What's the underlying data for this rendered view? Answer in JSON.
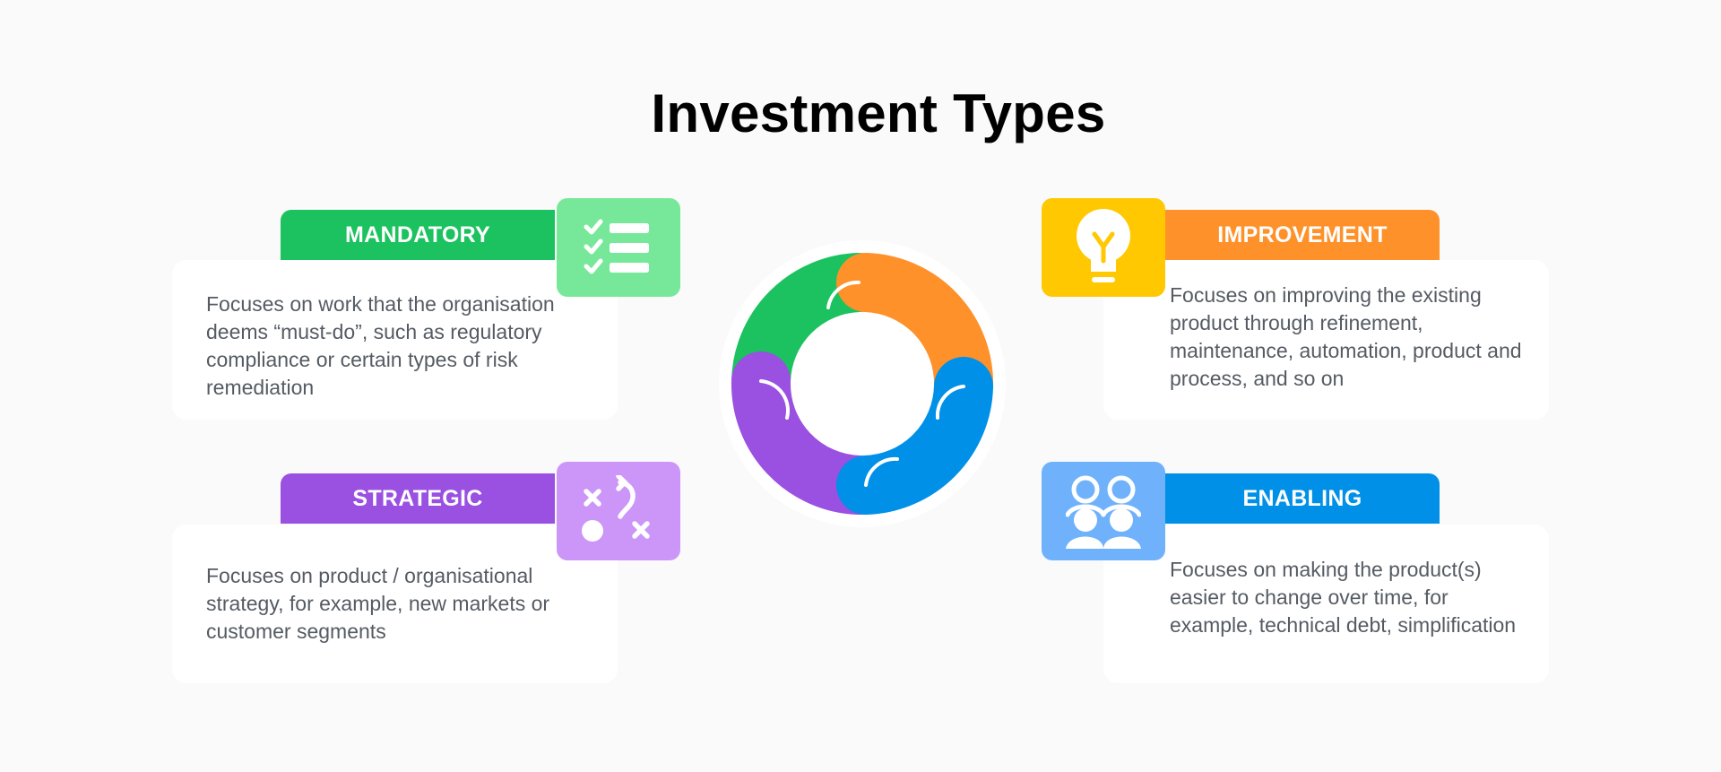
{
  "title": "Investment Types",
  "colors": {
    "mandatory": "#1bc25f",
    "mandatory_icon_bg": "#77e899",
    "improvement": "#ff912b",
    "improvement_icon_bg": "#ffc800",
    "strategic": "#9a50e0",
    "strategic_icon_bg": "#cc95f8",
    "enabling": "#0090e8",
    "enabling_icon_bg": "#6fb2fb"
  },
  "types": {
    "mandatory": {
      "label": "MANDATORY",
      "icon": "checklist-icon",
      "description": "Focuses on work that the organisation deems “must-do”, such as regulatory compliance or certain types of risk remediation"
    },
    "improvement": {
      "label": "IMPROVEMENT",
      "icon": "lightbulb-icon",
      "description": "Focuses on improving the existing product through refinement, maintenance, automation, product and process, and so on"
    },
    "strategic": {
      "label": "STRATEGIC",
      "icon": "strategy-play-icon",
      "description": "Focuses on product / organisational strategy, for example, new markets or customer segments"
    },
    "enabling": {
      "label": "ENABLING",
      "icon": "team-icon",
      "description": "Focuses on making the product(s) easier to change over time, for example, technical debt, simplification"
    }
  }
}
